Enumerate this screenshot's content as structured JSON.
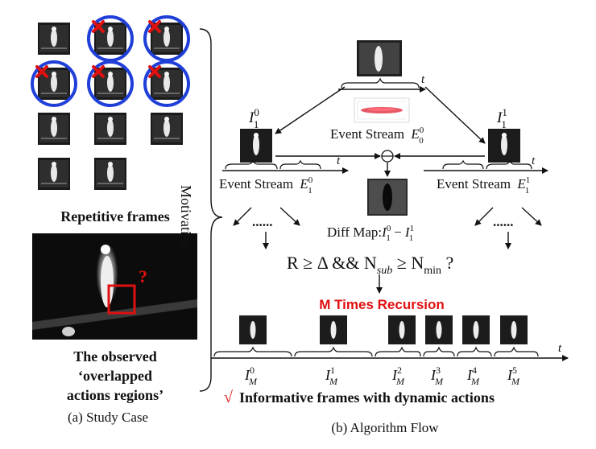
{
  "panel_a": {
    "repetitive_label": "Repetitive frames",
    "question_mark": "?",
    "observed_line1": "The observed",
    "observed_line2": "‘overlapped",
    "observed_line3": "actions regions’",
    "caption": "(a) Study Case"
  },
  "motivating_label": "Motivating",
  "panel_b": {
    "caption": "(b) Algorithm Flow",
    "time_symbol": "t",
    "top_event": {
      "label": "Event Stream",
      "sym": "E",
      "sub": "0",
      "sup": "0"
    },
    "left_frame": {
      "sym": "I",
      "sub": "1",
      "sup": "0"
    },
    "right_frame": {
      "sym": "I",
      "sub": "1",
      "sup": "1"
    },
    "left_event": {
      "label": "Event Stream",
      "sym": "E",
      "sub": "1",
      "sup": "0"
    },
    "right_event": {
      "label": "Event Stream",
      "sym": "E",
      "sub": "1",
      "sup": "1"
    },
    "ellipsis": "......",
    "diff_map": "Diff Map:",
    "condition": "R ≥ Δ && N",
    "condition_sub": "sub",
    "condition_mid": " ≥ N",
    "condition_min": "min",
    "condition_end": " ?",
    "recursion": "M Times Recursion",
    "checkmark": "√",
    "informative": "Informative frames with dynamic actions",
    "result_frames": [
      {
        "sym": "I",
        "sub": "M",
        "sup": "0"
      },
      {
        "sym": "I",
        "sub": "M",
        "sup": "1"
      },
      {
        "sym": "I",
        "sub": "M",
        "sup": "2"
      },
      {
        "sym": "I",
        "sub": "M",
        "sup": "3"
      },
      {
        "sym": "I",
        "sub": "M",
        "sup": "4"
      },
      {
        "sym": "I",
        "sub": "M",
        "sup": "5"
      }
    ]
  }
}
